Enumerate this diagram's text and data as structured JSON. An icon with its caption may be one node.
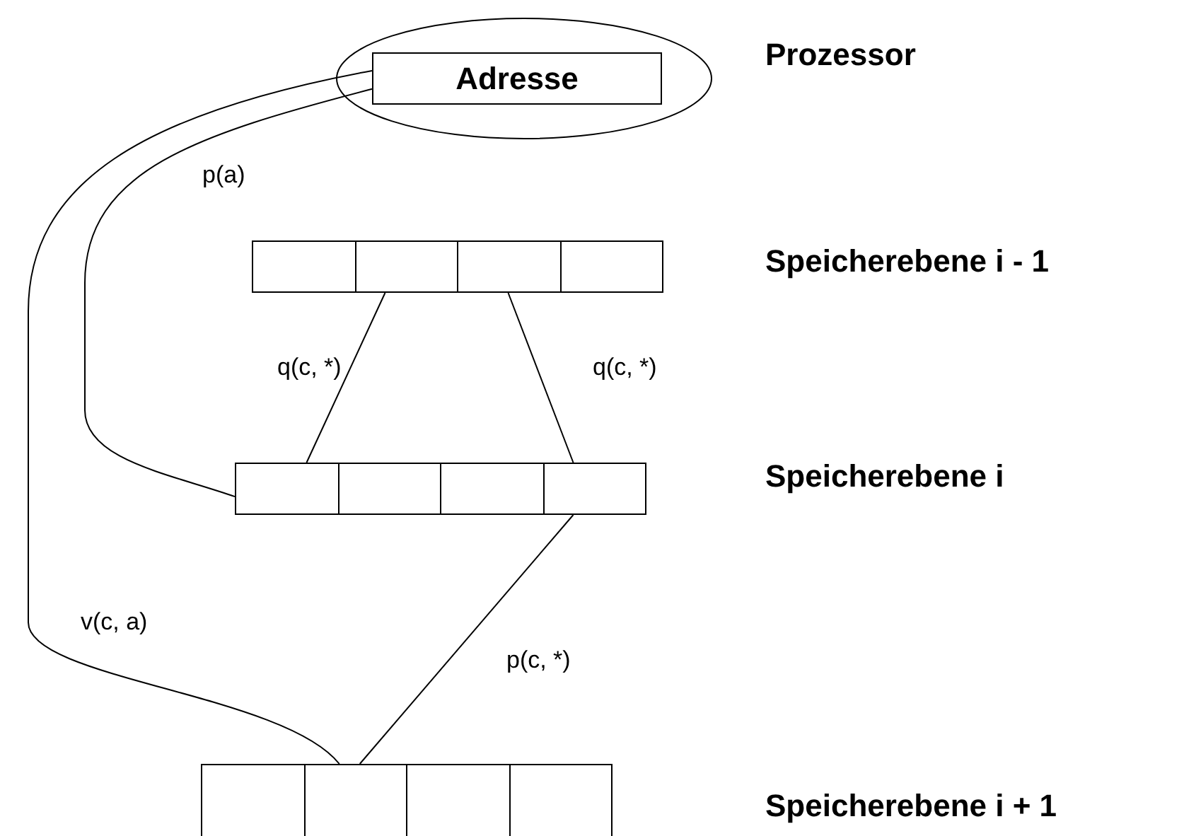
{
  "diagram": {
    "nodes": [
      {
        "text": [],
        "shape": "ellipse",
        "beside": [
          "Prozessor"
        ]
      },
      {
        "text": [
          "Adresse"
        ],
        "in": 0
      },
      {
        "text": [],
        "shape": "bar"
      },
      {
        "text": [],
        "shape": "box",
        "in": 2
      },
      {
        "text": [],
        "shape": "box",
        "in": 2
      },
      {
        "text": [],
        "shape": "box",
        "in": 2
      },
      {
        "text": [],
        "shape": "box",
        "in": 2
      },
      {
        "text": [],
        "shape": "bar"
      },
      {
        "text": [],
        "shape": "box",
        "in": 7
      },
      {
        "text": [],
        "shape": "box",
        "in": 7
      },
      {
        "text": [],
        "shape": "box",
        "in": 7
      },
      {
        "text": [],
        "shape": "box",
        "in": 7
      },
      {
        "text": [],
        "shape": "bar"
      },
      {
        "text": [],
        "shape": "box",
        "in": 12
      },
      {
        "text": [],
        "shape": "box",
        "in": 12
      },
      {
        "text": [],
        "shape": "box",
        "in": 12
      },
      {
        "text": [],
        "shape": "box",
        "in": 12
      }
    ],
    "edges": [
      {
        "from": 1,
        "to": 8,
        "arrow": "none",
        "label": "p(a)"
      },
      {
        "from": 8,
        "to": 4,
        "arrow": "none",
        "label": "q(c, *)"
      },
      {
        "from": 1,
        "to": 14,
        "arrow": "none",
        "label": "v(c, a)"
      },
      {
        "from": 14,
        "to": 11,
        "arrow": "none",
        "label": "p(c, *)"
      },
      {
        "from": 11,
        "to": 5,
        "arrow": "none",
        "label": "q(c, *)"
      }
    ],
    "labels": [
      "Speicherebene i - 1",
      "Speicherebene i",
      "Speicherebene i + 1"
    ]
  }
}
